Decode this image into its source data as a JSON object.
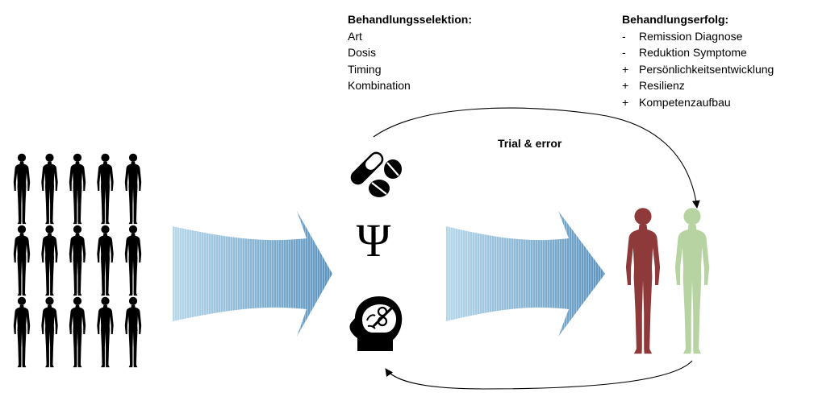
{
  "selection": {
    "title": "Behandlungsselektion:",
    "items": [
      "Art",
      "Dosis",
      "Timing",
      "Kombination"
    ]
  },
  "outcome": {
    "title": "Behandlungserfolg:",
    "items": [
      {
        "sign": "-",
        "text": "Remission Diagnose"
      },
      {
        "sign": "-",
        "text": "Reduktion Symptome"
      },
      {
        "sign": "+",
        "text": "Persönlichkeitsentwicklung"
      },
      {
        "sign": "+",
        "text": "Resilienz"
      },
      {
        "sign": "+",
        "text": "Kompetenzaufbau"
      }
    ]
  },
  "loop_label": "Trial & error",
  "psi_symbol": "Ψ",
  "patients": {
    "rows": 3,
    "cols": 5
  },
  "icons": {
    "medication": "pills-icon",
    "psychotherapy": "psi-icon",
    "neuro": "brain-head-icon",
    "patient": "person-silhouette-icon"
  },
  "colors": {
    "arrow_light": "#b7d7ea",
    "arrow_dark": "#5b93be",
    "person_dark": "#000000",
    "person_red": "#8e3a3a",
    "person_green": "#b7d3a2"
  }
}
